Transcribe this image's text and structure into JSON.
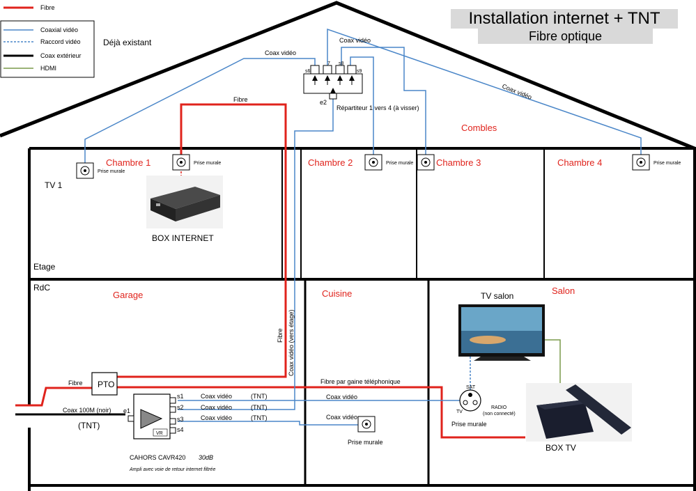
{
  "header": {
    "title": "Installation internet + TNT",
    "subtitle": "Fibre optique"
  },
  "legend": {
    "items": [
      {
        "label": "Fibre",
        "color": "#e0231c",
        "style": "solid-thick"
      },
      {
        "label": "Coaxial vidéo",
        "color": "#4a86c8",
        "style": "solid"
      },
      {
        "label": "Raccord vidéo",
        "color": "#4a86c8",
        "style": "dashed"
      },
      {
        "label": "Coax extérieur",
        "color": "#000000",
        "style": "solid-thick"
      },
      {
        "label": "HDMI",
        "color": "#7a9a4a",
        "style": "solid"
      }
    ],
    "existing_label": "Déjà existant"
  },
  "rooms": {
    "chambre1": "Chambre 1",
    "chambre2": "Chambre 2",
    "chambre3": "Chambre 3",
    "chambre4": "Chambre 4",
    "combles": "Combles",
    "garage": "Garage",
    "cuisine": "Cuisine",
    "salon": "Salon",
    "etage": "Etage",
    "rdc": "RdC"
  },
  "devices": {
    "tv1": "TV 1",
    "box_internet": "BOX INTERNET",
    "tv_salon": "TV salon",
    "box_tv": "BOX TV",
    "pto": "PTO",
    "amp_name": "CAHORS CAVR420",
    "amp_gain": "30dB",
    "amp_desc": "Ampli avec voie de retour internet filtrée",
    "amp_vr": "VR",
    "splitter": "Répartiteur 1 vers 4 (à visser)",
    "outlet": "Prise murale",
    "outlet_big": "Prise murale",
    "tv_port": "TV",
    "sat_port": "SAT",
    "radio_port": "RADIO",
    "radio_note": "(non connecté)",
    "coax_ext": "Coax 100M (noir)",
    "tnt": "(TNT)"
  },
  "ports": {
    "e1": "e1",
    "e2": "e2",
    "s1": "s1",
    "s2": "s2",
    "s3": "s3",
    "s4": "s4",
    "sp6": "s6",
    "sp7": "7",
    "sp8": "s8",
    "sp9": "s9"
  },
  "cables": {
    "fibre": "Fibre",
    "coax_video": "Coax vidéo",
    "coax_video_up": "Coax vidéo (vers étage)",
    "fibre_gaine": "Fibre par gaine téléphonique",
    "tnt": "(TNT)"
  },
  "colors": {
    "fibre": "#e0231c",
    "coax": "#4a86c8",
    "hdmi": "#7a9a4a",
    "room_label": "#e0231c"
  }
}
